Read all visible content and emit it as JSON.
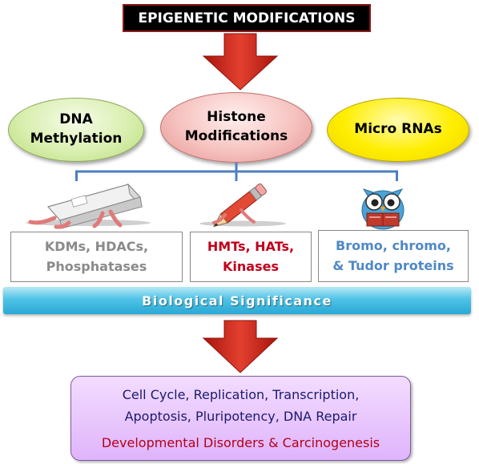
{
  "title": "EPIGENETIC MODIFICATIONS",
  "categories": {
    "dna": [
      "DNA",
      "Methylation"
    ],
    "histone": [
      "Histone",
      "Modifications"
    ],
    "mirna": "Micro RNAs"
  },
  "regulators": {
    "erasers": [
      "KDMs, HDACs,",
      "Phosphatases"
    ],
    "writers": [
      "HMTs, HATs,",
      "Kinases"
    ],
    "readers": [
      "Bromo, chromo,",
      "& Tudor proteins"
    ]
  },
  "banner": "Biological Significance",
  "outcomes": {
    "line1": "Cell Cycle, Replication, Transcription,",
    "line2": "Apoptosis, Pluripotency, DNA Repair",
    "line3": "Developmental Disorders & Carcinogenesis"
  },
  "colors": {
    "arrow": "#cc2a1e",
    "connector": "#4f7fbf",
    "erasers_text": "#8a8a8a",
    "writers_text": "#c0001a",
    "readers_text": "#4f88c6",
    "outcome_text": "#1a1a6e",
    "disease_text": "#b2001c"
  },
  "icons": {
    "erasers": "eraser-icon",
    "writers": "pencil-icon",
    "readers": "reading-owl-icon"
  }
}
